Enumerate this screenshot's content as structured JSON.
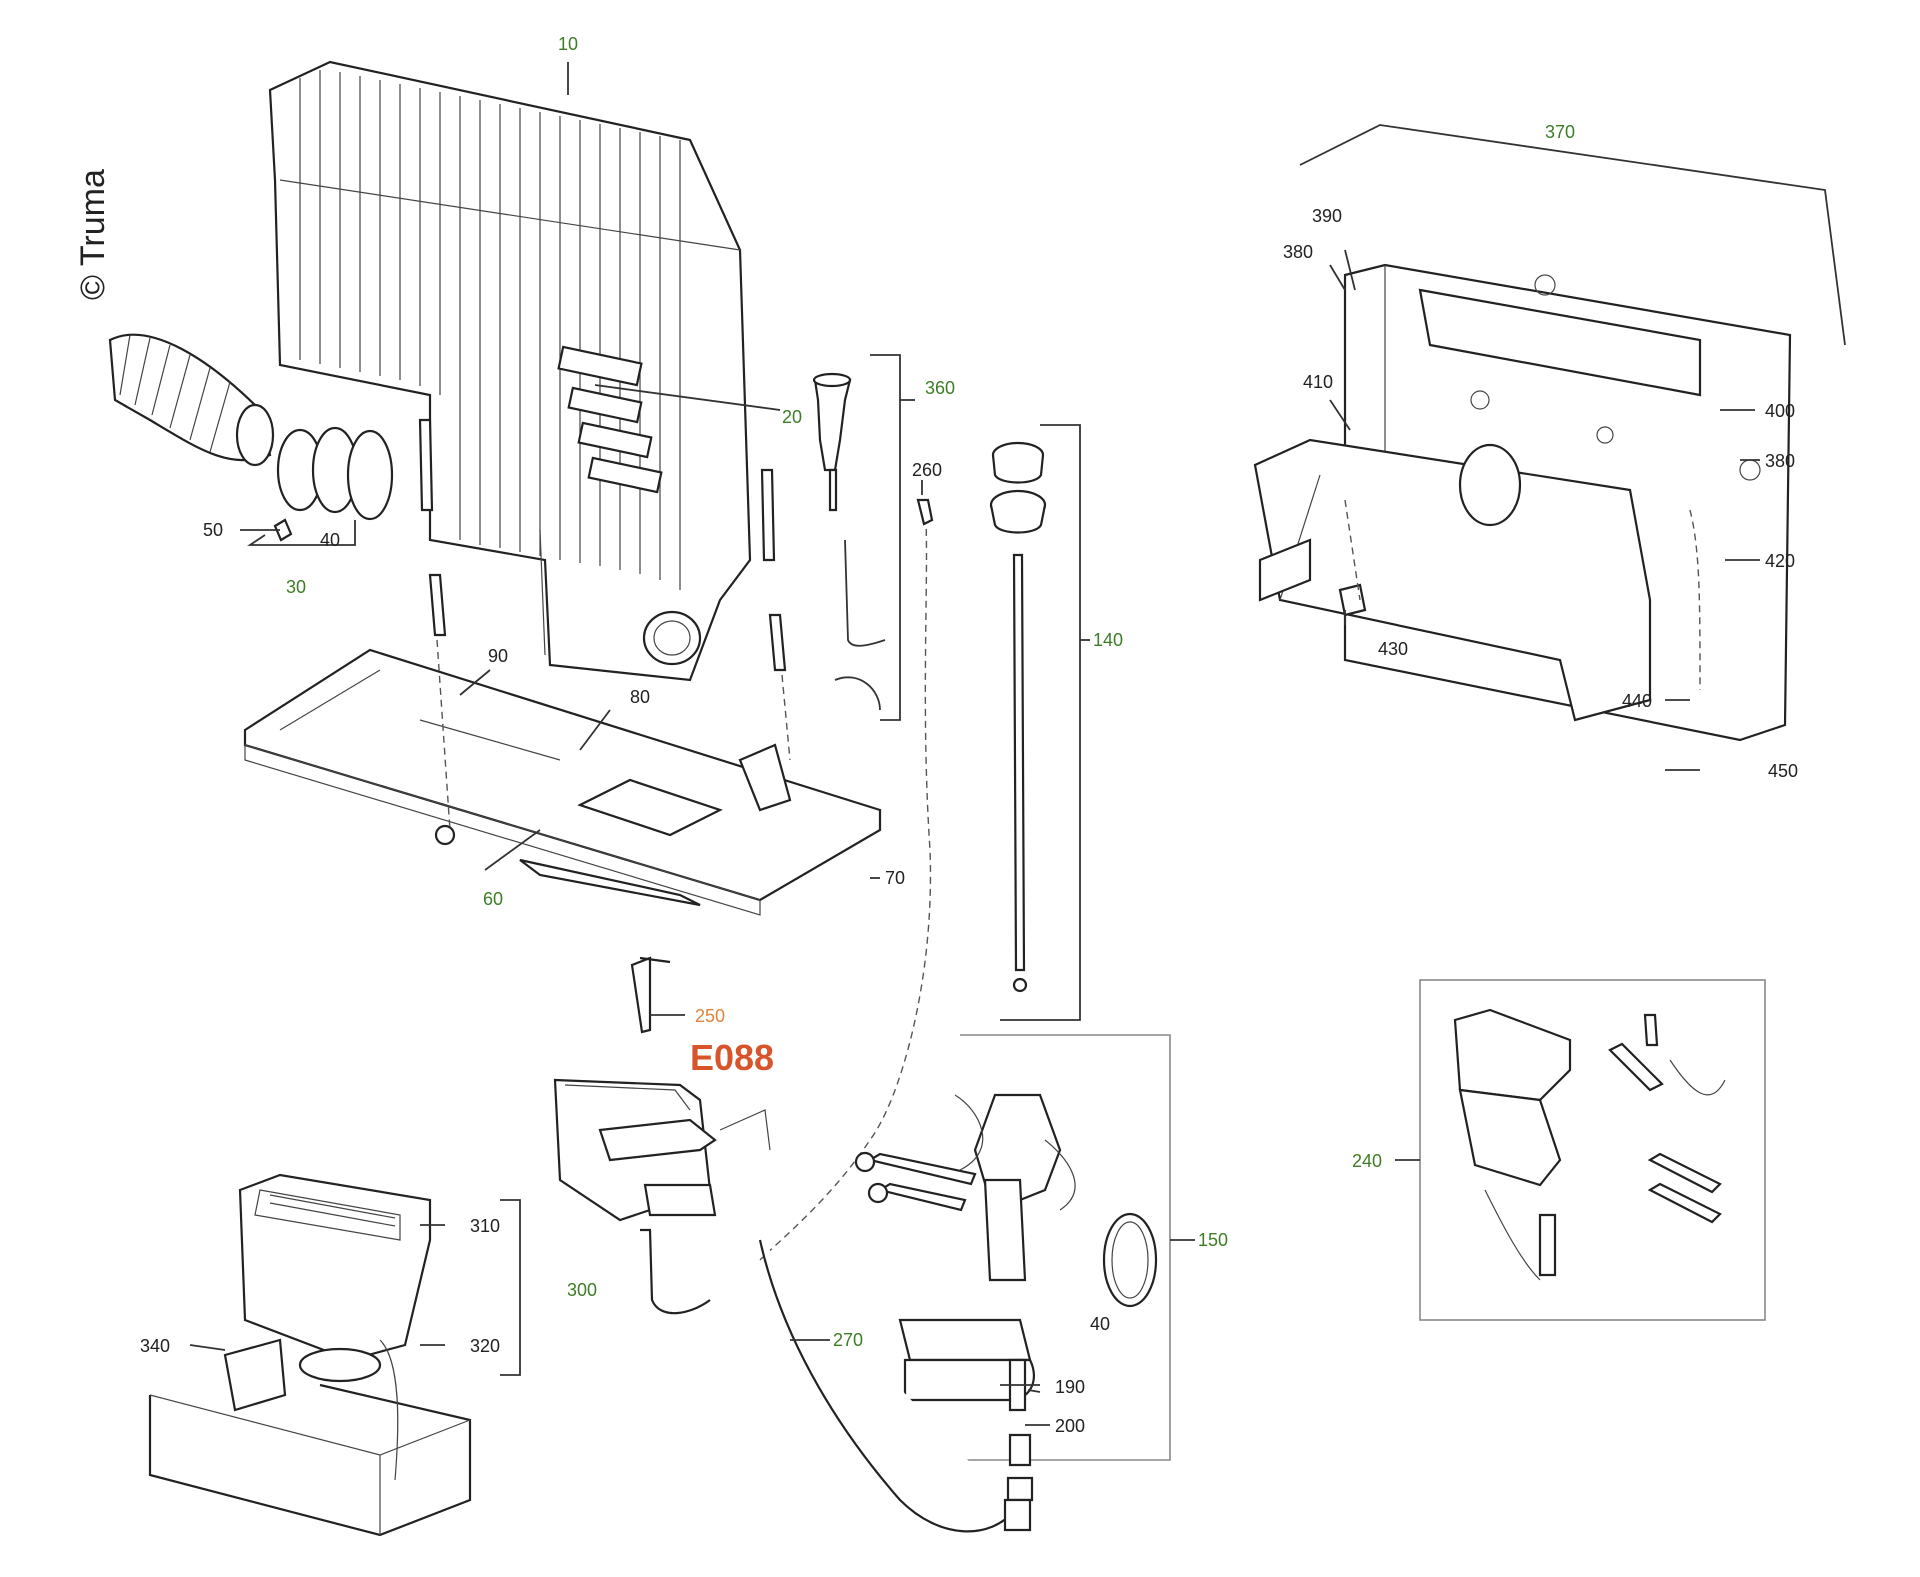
{
  "copyright": "© Truma",
  "code_label": "E088",
  "colors": {
    "green_label": "#3d7d25",
    "black_label": "#222222",
    "orange_label": "#e0833a",
    "code_red": "#d8552c"
  },
  "labels": {
    "l10": "10",
    "l20": "20",
    "l30": "30",
    "l40a": "40",
    "l50": "50",
    "l60": "60",
    "l70": "70",
    "l80": "80",
    "l90": "90",
    "l140": "140",
    "l150": "150",
    "l40b": "40",
    "l190": "190",
    "l200": "200",
    "l240": "240",
    "l250": "250",
    "l260": "260",
    "l270": "270",
    "l300": "300",
    "l310": "310",
    "l320": "320",
    "l340": "340",
    "l360": "360",
    "l370": "370",
    "l380a": "380",
    "l380b": "380",
    "l390": "390",
    "l400": "400",
    "l410": "410",
    "l420": "420",
    "l430": "430",
    "l440": "440",
    "l450": "450"
  }
}
